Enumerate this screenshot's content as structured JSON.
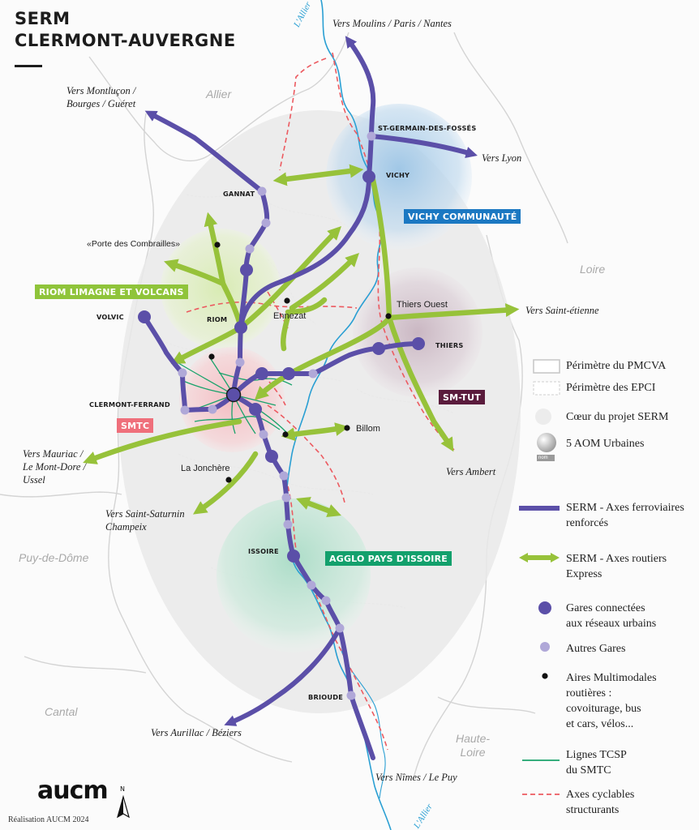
{
  "title": {
    "line1": "SERM",
    "line2": "CLERMONT-AUVERGNE"
  },
  "colors": {
    "rail": "#5b4fa8",
    "rail_station_major": "#5b4fa8",
    "rail_station_minor": "#b0a8d8",
    "road_express": "#97c23a",
    "cycle": "#ec5a60",
    "tcsp": "#1aa36b",
    "river": "#2a9fd3",
    "vichy_badge": "#1b78c2",
    "riom_badge": "#8fc43a",
    "sm_tut_badge": "#5a1b3c",
    "smtc_badge": "#ef6f7b",
    "issoire_badge": "#13a06c"
  },
  "destinations": {
    "moulins": "Vers Moulins / Paris / Nantes",
    "montlucon_1": "Vers Montluçon /",
    "montlucon_2": "Bourges / Guéret",
    "lyon": "Vers Lyon",
    "saint_etienne": "Vers Saint-étienne",
    "ambert": "Vers Ambert",
    "mauriac_1": "Vers Mauriac /",
    "mauriac_2": "Le Mont-Dore /",
    "mauriac_3": "Ussel",
    "saint_saturnin_1": "Vers Saint-Saturnin",
    "saint_saturnin_2": "Champeix",
    "aurillac": "Vers Aurillac / Béziers",
    "nimes": "Vers Nîmes / Le Puy"
  },
  "stations": {
    "st_germain": "ST-GERMAIN-DES-FOSSÉS",
    "vichy": "VICHY",
    "gannat": "GANNAT",
    "riom": "RIOM",
    "volvic": "VOLVIC",
    "thiers": "THIERS",
    "clermont": "CLERMONT-FERRAND",
    "issoire": "ISSOIRE",
    "brioude": "BRIOUDE"
  },
  "places": {
    "porte_combrailles": "«Porte des Combrailles»",
    "ennezat": "Ennezat",
    "thiers_ouest": "Thiers Ouest",
    "billom": "Billom",
    "la_jonchere": "La Jonchère"
  },
  "departments": {
    "allier": "Allier",
    "loire": "Loire",
    "puy_de_dome": "Puy-de-Dôme",
    "cantal": "Cantal",
    "haute_loire_1": "Haute-",
    "haute_loire_2": "Loire"
  },
  "rivers": {
    "top": "L'Allier",
    "bottom": "L'Allier"
  },
  "aom_badges": {
    "vichy": "VICHY COMMUNAUTÉ",
    "riom": "RIOM LIMAGNE ET VOLCANS",
    "sm_tut": "SM-TUT",
    "smtc": "SMTC",
    "issoire": "AGGLO PAYS D'ISSOIRE"
  },
  "legend": {
    "perimetre_pmcva": "Périmètre du PMCVA",
    "perimetre_epci": "Périmètre des EPCI",
    "coeur_serm": "Cœur du projet SERM",
    "aom_urbaines": "5 AOM Urbaines",
    "aom_sample": "nom",
    "rail_1": "SERM - Axes ferroviaires",
    "rail_2": "renforcés",
    "road_1": "SERM - Axes routiers",
    "road_2": "Express",
    "gares_connectees_1": "Gares connectées",
    "gares_connectees_2": "aux réseaux urbains",
    "autres_gares": "Autres Gares",
    "aires_1": "Aires Multimodales",
    "aires_2": "routières :",
    "aires_3": "covoiturage, bus",
    "aires_4": "et cars, vélos...",
    "tcsp_1": "Lignes TCSP",
    "tcsp_2": "du SMTC",
    "cycle_1": "Axes cyclables",
    "cycle_2": "structurants"
  },
  "logo": {
    "text": "aucm",
    "north": "N"
  },
  "footer": "Réalisation AUCM 2024"
}
